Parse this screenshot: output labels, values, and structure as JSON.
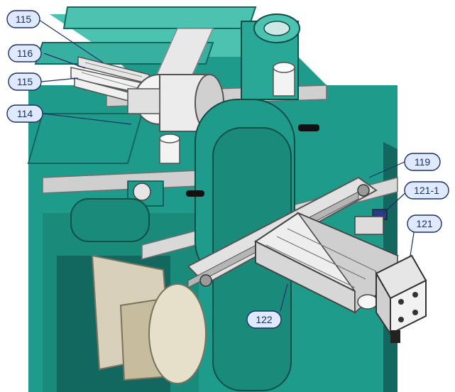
{
  "colors": {
    "machine_teal": "#1f9b8b",
    "machine_teal_dark": "#12675e",
    "machine_teal_light": "#4cc3b1",
    "metal_light": "#f0f0f0",
    "metal_mid": "#c9c9c9",
    "metal_dark": "#8a8a8a",
    "beige": "#d8d0b8",
    "callout_stroke": "#1b2f6b",
    "callout_fill": "#dfe9ff"
  },
  "callouts": [
    {
      "id": "c115a",
      "label": "115"
    },
    {
      "id": "c116",
      "label": "116"
    },
    {
      "id": "c115b",
      "label": "115"
    },
    {
      "id": "c114",
      "label": "114"
    },
    {
      "id": "c119",
      "label": "119"
    },
    {
      "id": "c121-1",
      "label": "121-1"
    },
    {
      "id": "c121",
      "label": "121"
    },
    {
      "id": "c122",
      "label": "122"
    }
  ]
}
